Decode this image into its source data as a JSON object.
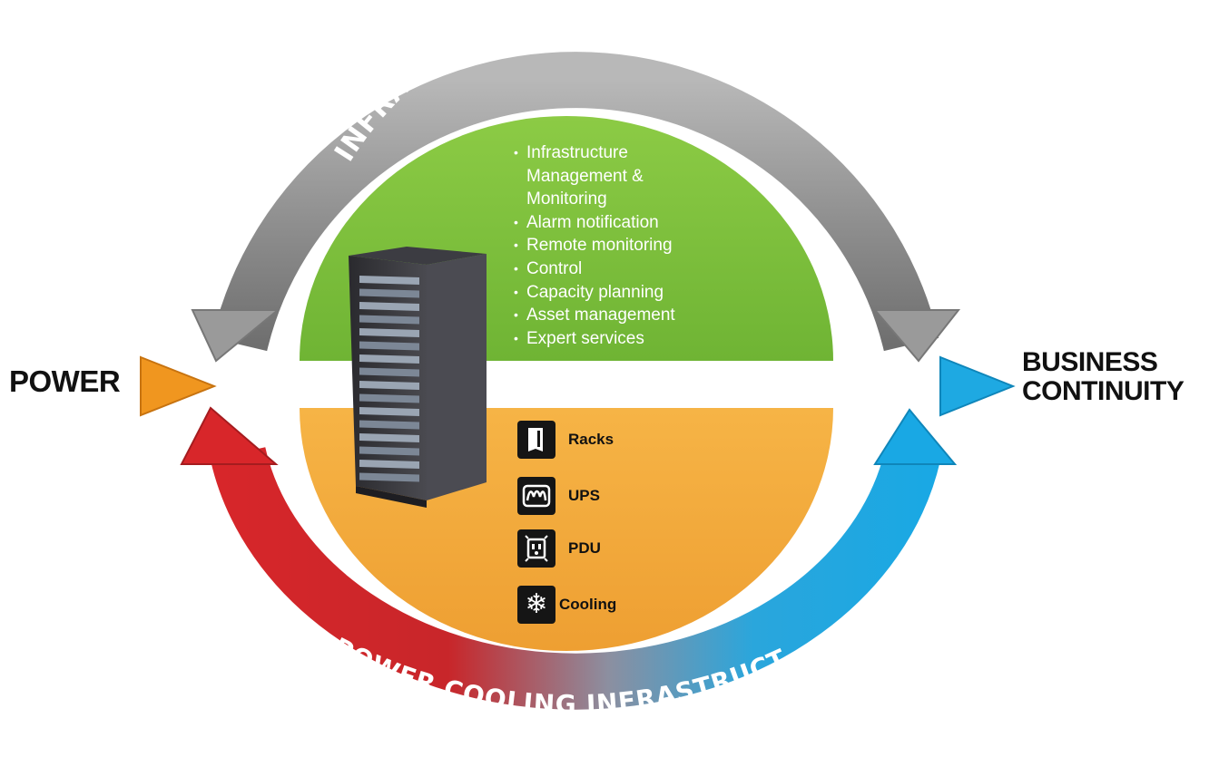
{
  "diagram": {
    "top_arc_label": "INFRASTRUCTURE MANAGEMENT",
    "bottom_arc_label": "POWER COOLING INFRASTRUCTURE",
    "left_label": "POWER",
    "right_label_line1": "BUSINESS",
    "right_label_line2": "CONTINUITY",
    "management_items": [
      "Infrastructure Management & Monitoring",
      "Alarm notification",
      "Remote monitoring",
      "Control",
      "Capacity planning",
      "Asset management",
      "Expert services"
    ],
    "components": [
      {
        "label": "Racks",
        "icon": "rack-icon"
      },
      {
        "label": "UPS",
        "icon": "ups-icon"
      },
      {
        "label": "PDU",
        "icon": "pdu-icon"
      },
      {
        "label": "Cooling",
        "icon": "snowflake-icon"
      }
    ],
    "colors": {
      "management_green": "#7dbf3f",
      "infrastructure_orange": "#f2a83c",
      "arc_gray": "#8c8c8c",
      "arc_red": "#d8262a",
      "arc_blue": "#1da6e0",
      "power_arrow": "#f0961f",
      "continuity_arrow": "#1ea9e2"
    }
  }
}
